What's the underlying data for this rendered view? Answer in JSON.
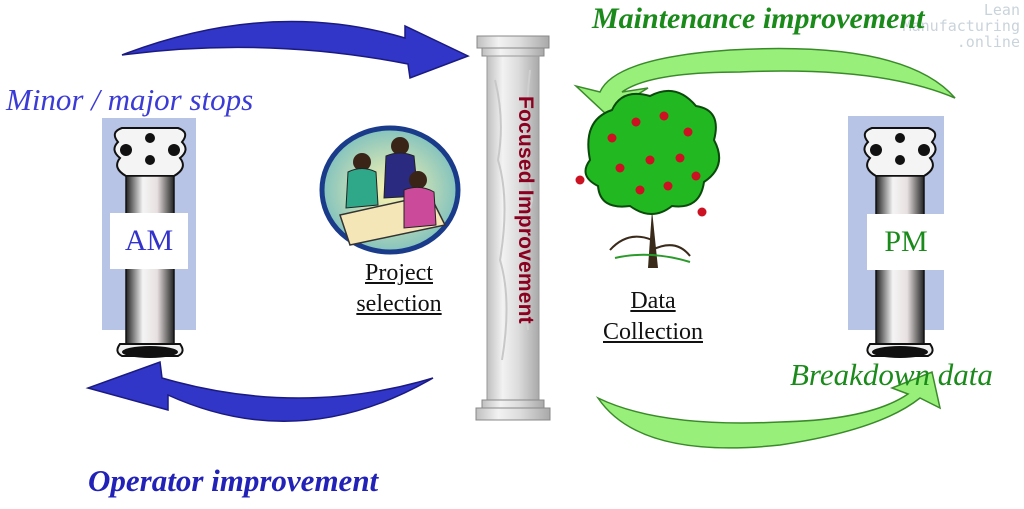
{
  "labels": {
    "minor_major_stops": "Minor / major stops",
    "maintenance_improvement": "Maintenance improvement",
    "breakdown_data": "Breakdown data",
    "operator_improvement": "Operator improvement",
    "project_selection_line1": "Project",
    "project_selection_line2": "selection",
    "data_collection_line1": "Data",
    "data_collection_line2": "Collection",
    "am": "AM",
    "pm": "PM",
    "focused_improvement": "Focused Improvement"
  },
  "watermark": {
    "line1": "Lean",
    "line2": "Manufacturing",
    "line3": ".online"
  },
  "colors": {
    "blue_arrow": "#3236c8",
    "green_arrow": "#98f07a",
    "pillar_bg": "#b8c4e6",
    "tree_green": "#22b822",
    "apple_red": "#cc1122"
  }
}
